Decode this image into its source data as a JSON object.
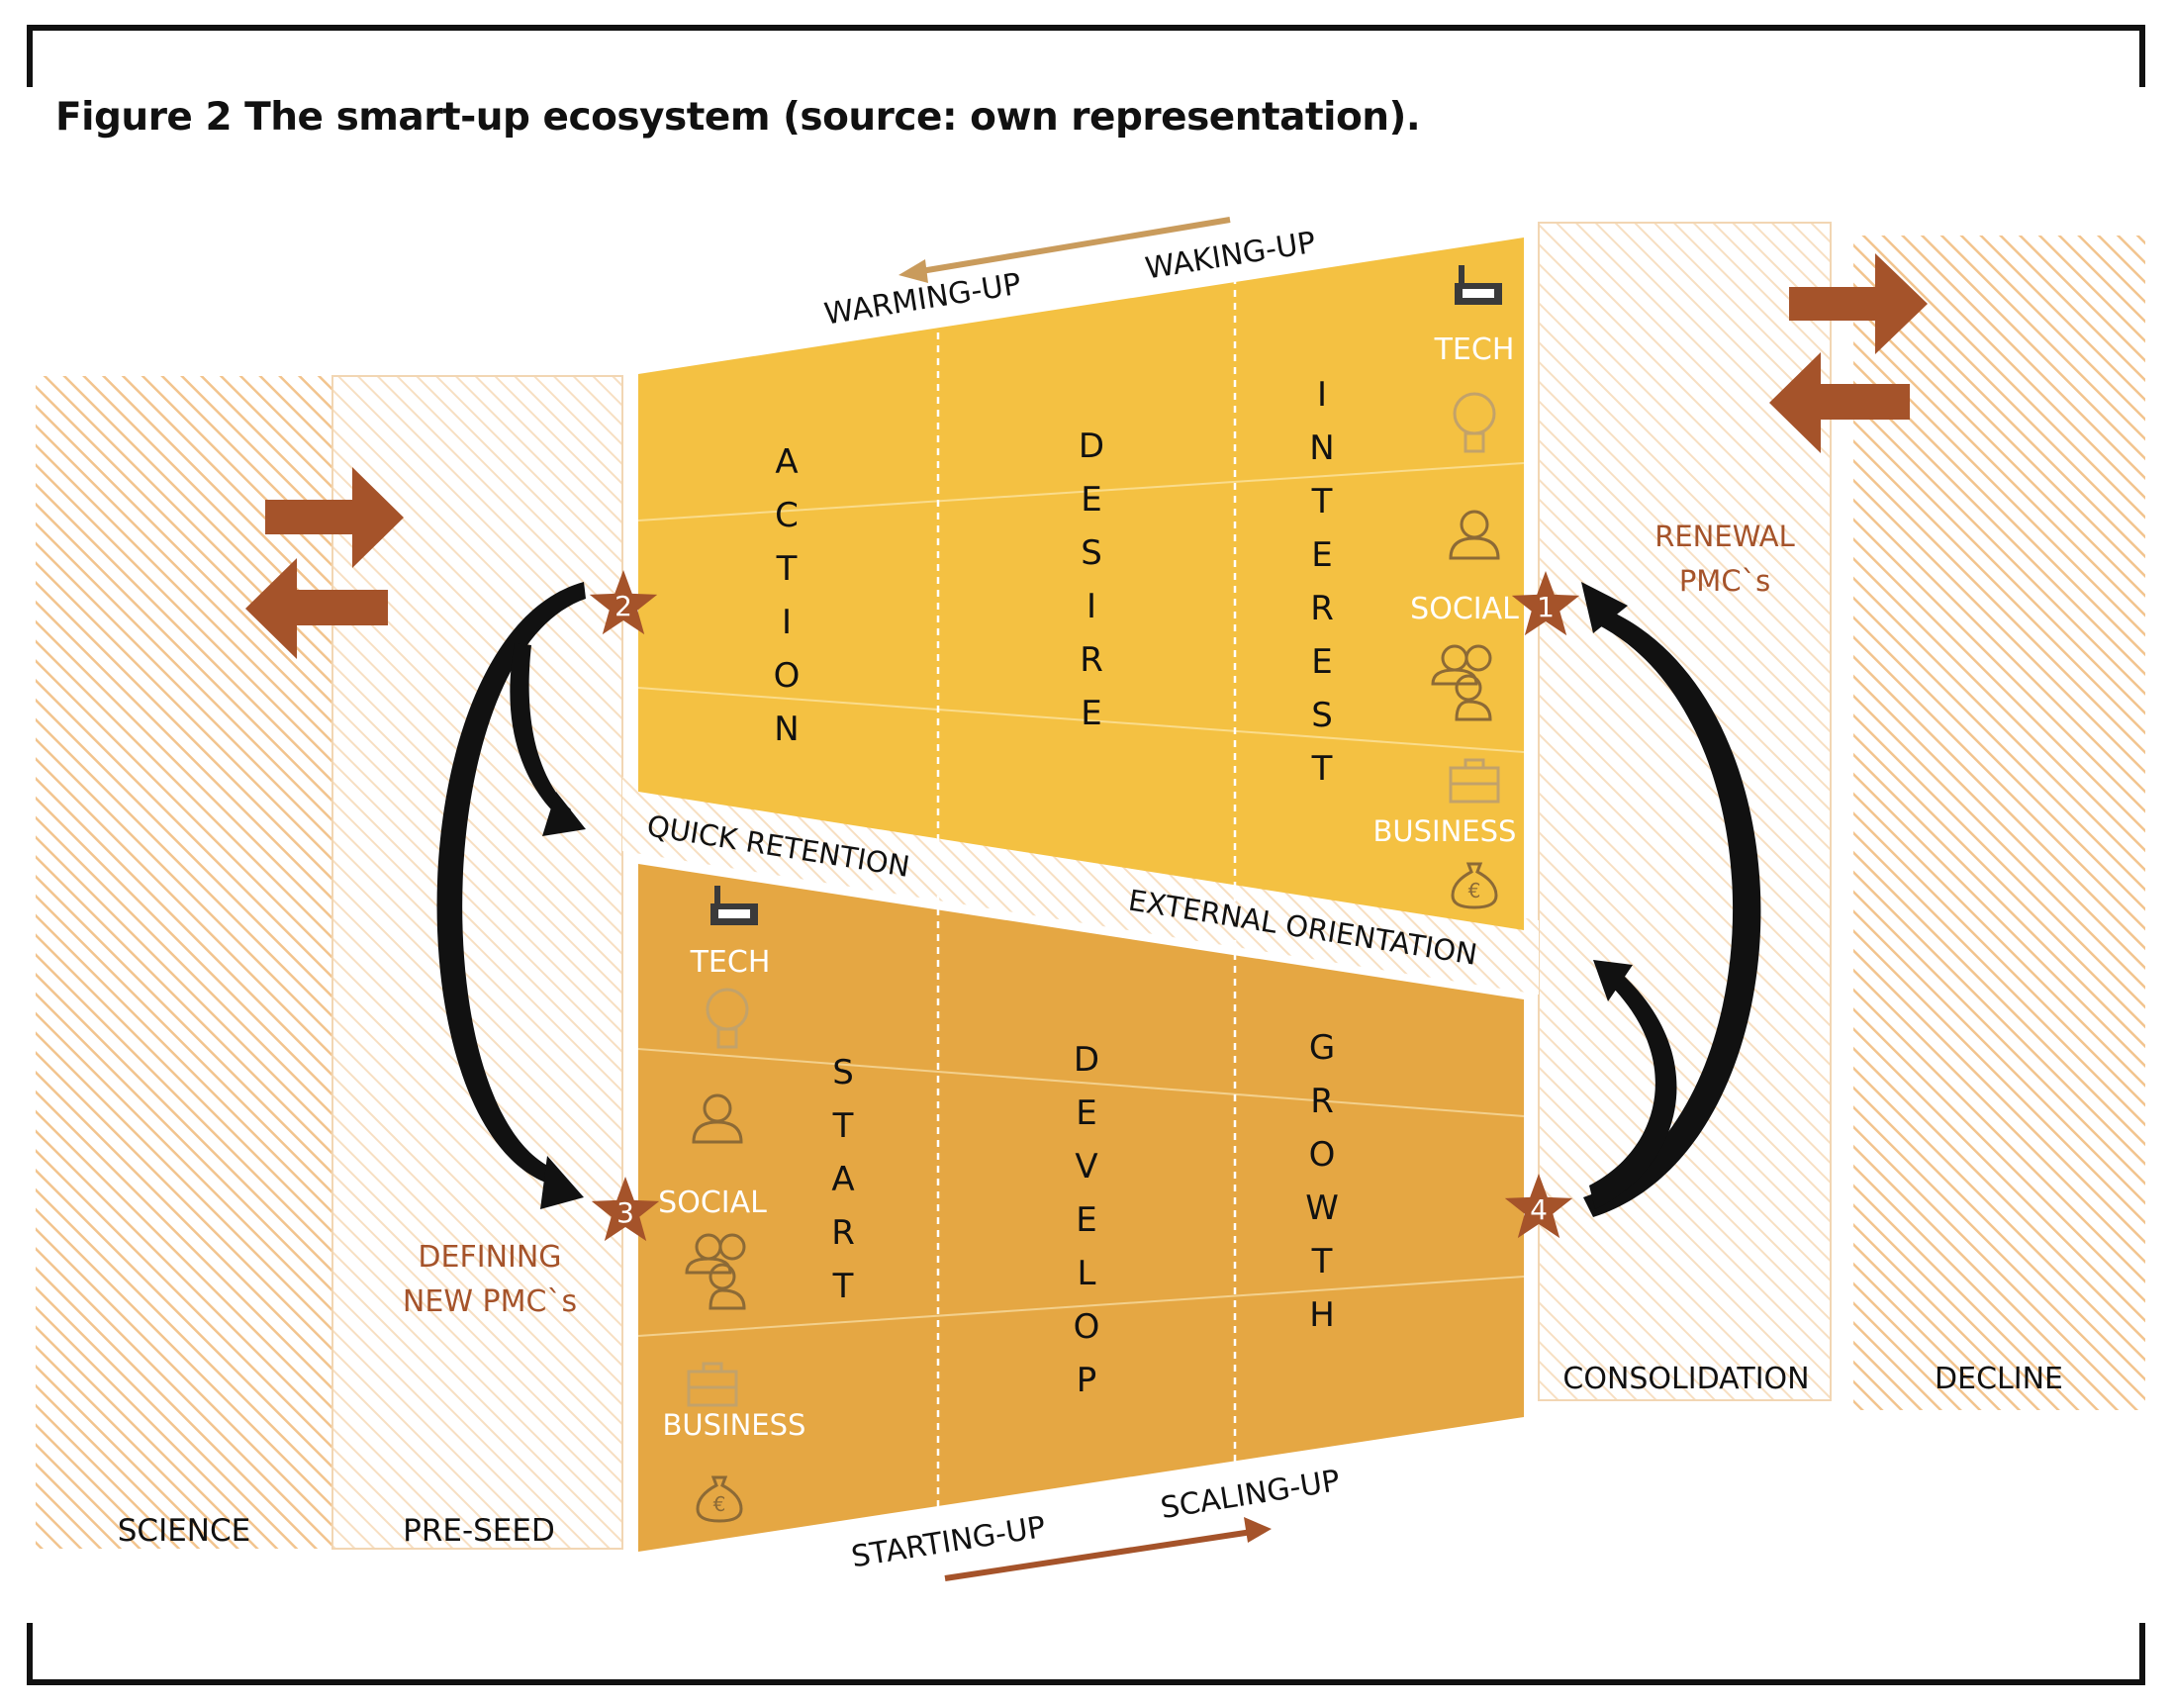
{
  "caption": "Figure 2 The smart-up ecosystem (source: own representation).",
  "colors": {
    "upper_panel": "#F4C142",
    "lower_panel": "#E5A743",
    "hatch": "#F2C48E",
    "brown": "#A5532A",
    "label_brown": "#A5532A",
    "white_label": "#FFFFFF"
  },
  "phases": {
    "science": "SCIENCE",
    "pre_seed": "PRE-SEED",
    "consolidation": "CONSOLIDATION",
    "decline": "DECLINE"
  },
  "upper_columns": {
    "action": [
      "A",
      "C",
      "T",
      "I",
      "O",
      "N"
    ],
    "desire": [
      "D",
      "E",
      "S",
      "I",
      "R",
      "E"
    ],
    "interest": [
      "I",
      "N",
      "T",
      "E",
      "R",
      "E",
      "S",
      "T"
    ]
  },
  "lower_columns": {
    "start": [
      "S",
      "T",
      "A",
      "R",
      "T"
    ],
    "develop": [
      "D",
      "E",
      "V",
      "E",
      "L",
      "O",
      "P"
    ],
    "growth": [
      "G",
      "R",
      "O",
      "W",
      "T",
      "H"
    ]
  },
  "top_labels": {
    "warming_up": "WARMING-UP",
    "waking_up": "WAKING-UP"
  },
  "bottom_labels": {
    "starting_up": "STARTING-UP",
    "scaling_up": "SCALING-UP"
  },
  "middle_labels": {
    "quick_retention": "QUICK RETENTION",
    "external_orientation": "EXTERNAL ORIENTATION"
  },
  "upper_icons": {
    "tech": "TECH",
    "social": "SOCIAL",
    "business": "BUSINESS",
    "icon_names": [
      "factory-icon",
      "lightbulb-icon",
      "person-icon",
      "group-icon",
      "briefcase-icon",
      "money-bag-icon"
    ]
  },
  "lower_icons": {
    "tech": "TECH",
    "social": "SOCIAL",
    "business": "BUSINESS"
  },
  "side_labels": {
    "renewal_line1": "RENEWAL",
    "renewal_line2": "PMC`s",
    "defining_line1": "DEFINING",
    "defining_line2": "NEW PMC`s"
  },
  "stars": [
    "1",
    "2",
    "3",
    "4"
  ]
}
